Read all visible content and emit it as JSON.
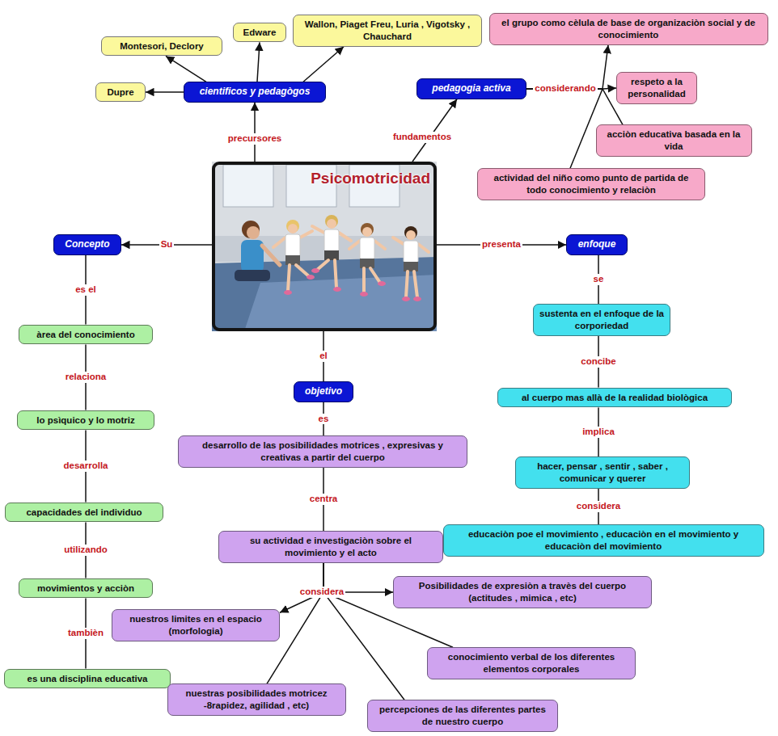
{
  "diagram": {
    "nodes": [
      {
        "text": [
          "Psicomotricidad"
        ]
      },
      {
        "text": [
          "cientificos y pedagògos"
        ]
      },
      {
        "text": [
          "Dupre"
        ]
      },
      {
        "text": [
          "Montesori, Declory"
        ]
      },
      {
        "text": [
          "Edware"
        ]
      },
      {
        "text": [
          "Wallon, Piaget Freu, Luria , Vigotsky , Chauchard"
        ]
      },
      {
        "text": [
          "pedagogia activa"
        ]
      },
      {
        "text": [
          "el grupo como cèlula de base de organizaciòn social y de conocimiento"
        ]
      },
      {
        "text": [
          "respeto a la personalidad"
        ]
      },
      {
        "text": [
          "acciòn educativa basada en la vida"
        ]
      },
      {
        "text": [
          "actividad del niño como punto de partida de todo conocimiento y relaciòn"
        ]
      },
      {
        "text": [
          "Concepto"
        ]
      },
      {
        "text": [
          "àrea del conocimiento"
        ]
      },
      {
        "text": [
          "lo psìquico y lo motriz"
        ]
      },
      {
        "text": [
          "capacidades del individuo"
        ]
      },
      {
        "text": [
          "movimientos y acciòn"
        ]
      },
      {
        "text": [
          "es una disciplina educativa"
        ]
      },
      {
        "text": [
          "enfoque"
        ]
      },
      {
        "text": [
          "sustenta en el enfoque de la corporiedad"
        ]
      },
      {
        "text": [
          "al cuerpo mas allà de la realidad biològica"
        ]
      },
      {
        "text": [
          "hacer, pensar , sentir , saber , comunicar y querer"
        ]
      },
      {
        "text": [
          "educaciòn poe el movimiento , educaciòn en el movimiento y educaciòn del movimiento"
        ]
      },
      {
        "text": [
          "objetivo"
        ]
      },
      {
        "text": [
          "desarrollo de las posibilidades motrices , expresivas y creativas a partir del cuerpo"
        ]
      },
      {
        "text": [
          "su actividad e investigaciòn sobre el movimiento y el acto"
        ]
      },
      {
        "text": [
          "Posibilidades de expresiòn a travès del cuerpo (actitudes , mimica , etc)"
        ]
      },
      {
        "text": [
          "nuestros limites en el espacio (morfologia)"
        ]
      },
      {
        "text": [
          "conocimiento verbal de los diferentes elementos corporales"
        ]
      },
      {
        "text": [
          "nuestras posibilidades motricez -8rapidez, agilidad , etc)"
        ]
      },
      {
        "text": [
          "percepciones de las diferentes partes de nuestro cuerpo"
        ]
      }
    ],
    "edges": [
      {
        "from": 0,
        "to": 1,
        "label": "precursores",
        "arrow": "to"
      },
      {
        "from": 1,
        "to": 2,
        "arrow": "to"
      },
      {
        "from": 1,
        "to": 3,
        "arrow": "to"
      },
      {
        "from": 1,
        "to": 4,
        "arrow": "to"
      },
      {
        "from": 1,
        "to": 5,
        "arrow": "to"
      },
      {
        "from": 0,
        "to": 6,
        "label": "fundamentos",
        "arrow": "to"
      },
      {
        "from": 6,
        "to": 7,
        "arrow": "to"
      },
      {
        "from": 6,
        "to": 8,
        "label": "considerando",
        "arrow": "to"
      },
      {
        "from": 6,
        "to": 9,
        "arrow": "none"
      },
      {
        "from": 6,
        "to": 10,
        "arrow": "none"
      },
      {
        "from": 0,
        "to": 11,
        "label": "Su",
        "arrow": "to"
      },
      {
        "from": 11,
        "to": 12,
        "label": "es el",
        "arrow": "none"
      },
      {
        "from": 12,
        "to": 13,
        "label": "relaciona",
        "arrow": "none"
      },
      {
        "from": 13,
        "to": 14,
        "label": "desarrolla",
        "arrow": "none"
      },
      {
        "from": 14,
        "to": 15,
        "label": "utilizando",
        "arrow": "none"
      },
      {
        "from": 15,
        "to": 16,
        "label": "tambièn",
        "arrow": "none"
      },
      {
        "from": 0,
        "to": 22,
        "label": "el",
        "arrow": "none"
      },
      {
        "from": 22,
        "to": 23,
        "label": "es",
        "arrow": "none"
      },
      {
        "from": 23,
        "to": 24,
        "label": "centra",
        "arrow": "none"
      },
      {
        "from": 24,
        "to": 25,
        "label": "considera",
        "arrow": "to"
      },
      {
        "from": 24,
        "to": 26,
        "arrow": "to"
      },
      {
        "from": 24,
        "to": 27,
        "arrow": "none"
      },
      {
        "from": 24,
        "to": 28,
        "arrow": "none"
      },
      {
        "from": 24,
        "to": 29,
        "arrow": "none"
      },
      {
        "from": 0,
        "to": 17,
        "label": "presenta",
        "arrow": "to"
      },
      {
        "from": 17,
        "to": 18,
        "label": "se",
        "arrow": "none"
      },
      {
        "from": 18,
        "to": 19,
        "label": "concibe",
        "arrow": "none"
      },
      {
        "from": 19,
        "to": 20,
        "label": "implica",
        "arrow": "none"
      },
      {
        "from": 20,
        "to": 21,
        "label": "considera",
        "arrow": "none"
      }
    ]
  }
}
